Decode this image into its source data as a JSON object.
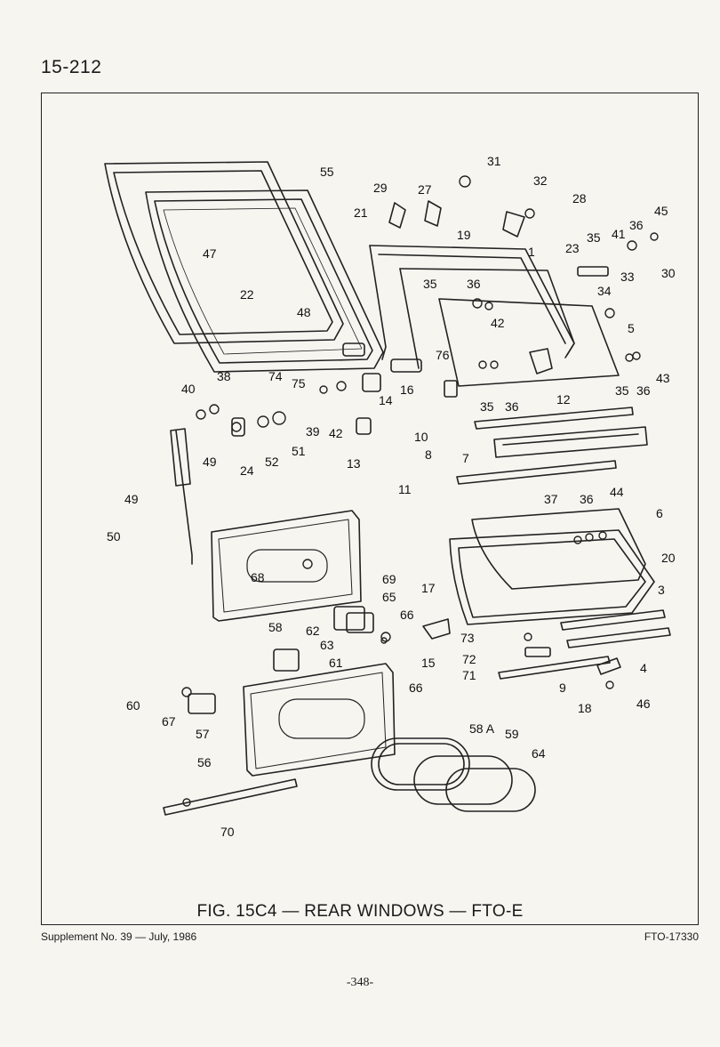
{
  "page_number": "15-212",
  "figure": {
    "caption": "FIG. 15C4 — REAR WINDOWS — FTO-E",
    "callouts": [
      "1",
      "3",
      "4",
      "5",
      "6",
      "7",
      "8",
      "9",
      "10",
      "11",
      "12",
      "13",
      "14",
      "15",
      "16",
      "17",
      "18",
      "19",
      "20",
      "21",
      "22",
      "23",
      "24",
      "27",
      "28",
      "29",
      "30",
      "31",
      "32",
      "33",
      "34",
      "35",
      "35",
      "35",
      "35",
      "36",
      "36",
      "36",
      "36",
      "36",
      "37",
      "38",
      "39",
      "40",
      "41",
      "42",
      "42",
      "43",
      "44",
      "45",
      "46",
      "47",
      "48",
      "49",
      "49",
      "50",
      "51",
      "52",
      "55",
      "56",
      "57",
      "58",
      "58 A",
      "59",
      "60",
      "61",
      "62",
      "63",
      "64",
      "65",
      "66",
      "66",
      "67",
      "68",
      "69",
      "70",
      "71",
      "72",
      "73",
      "74",
      "75",
      "76"
    ]
  },
  "footer": {
    "supplement": "Supplement No. 39 — July, 1986",
    "code": "FTO-17330",
    "sheet": "-348-"
  }
}
